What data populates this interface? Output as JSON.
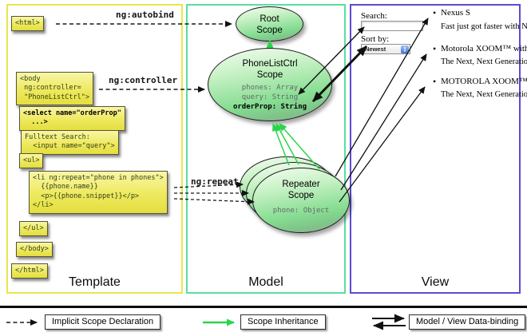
{
  "columns": {
    "template": {
      "label": "Template",
      "border_color": "#e9e64a"
    },
    "model": {
      "label": "Model",
      "border_color": "#57dfa2"
    },
    "view": {
      "label": "View",
      "border_color": "#5a4cd4"
    }
  },
  "labels": {
    "autobind": "ng:autobind",
    "controller": "ng:controller",
    "repeat": "ng:repeat"
  },
  "template": {
    "boxes": {
      "html_open": "<html>",
      "body_open": "<body\n ng:controller=\n \"PhoneListCtrl\">",
      "select": "<select name=\"orderProp\"\n  ...>",
      "fulltext": "Fulltext Search:\n  <input name=\"query\">",
      "ul_open": "<ul>",
      "li_repeat": "<li ng:repeat=\"phone in phones\">\n  {{phone.name}}\n  <p>{{phone.snippet}}</p>\n</li>",
      "ul_close": "</ul>",
      "body_close": "</body>",
      "html_close": "</html>"
    }
  },
  "model": {
    "root_scope": {
      "title": "Root\nScope"
    },
    "phonelist_scope": {
      "title": "PhoneListCtrl\nScope",
      "prop1": "phones: Array",
      "prop2": "query: String",
      "prop3": "orderProp: String"
    },
    "repeater_scope": {
      "title": "Repeater\nScope",
      "prop": "phone: Object"
    }
  },
  "view": {
    "search_label": "Search:",
    "sort_label": "Sort by:",
    "sort_value": "Newest",
    "bullet": "•",
    "stepper_up": "▲",
    "stepper_down": "▼",
    "items": [
      {
        "name": "Nexus S",
        "desc": "Fast just got faster with Nexus S."
      },
      {
        "name": "Motorola XOOM™  with Wi-Fi",
        "desc": "The Next, Next Generation tablet."
      },
      {
        "name": "MOTOROLA XOOM™",
        "desc": "The Next, Next Generation tablet."
      }
    ]
  },
  "legend": {
    "implicit": "Implicit Scope Declaration",
    "inheritance": "Scope Inheritance",
    "binding": "Model / View Data-binding"
  },
  "colors": {
    "green_arrow": "#2bd44b",
    "box_bg": "#eee95e",
    "ellipse_green": "#86dd92"
  }
}
